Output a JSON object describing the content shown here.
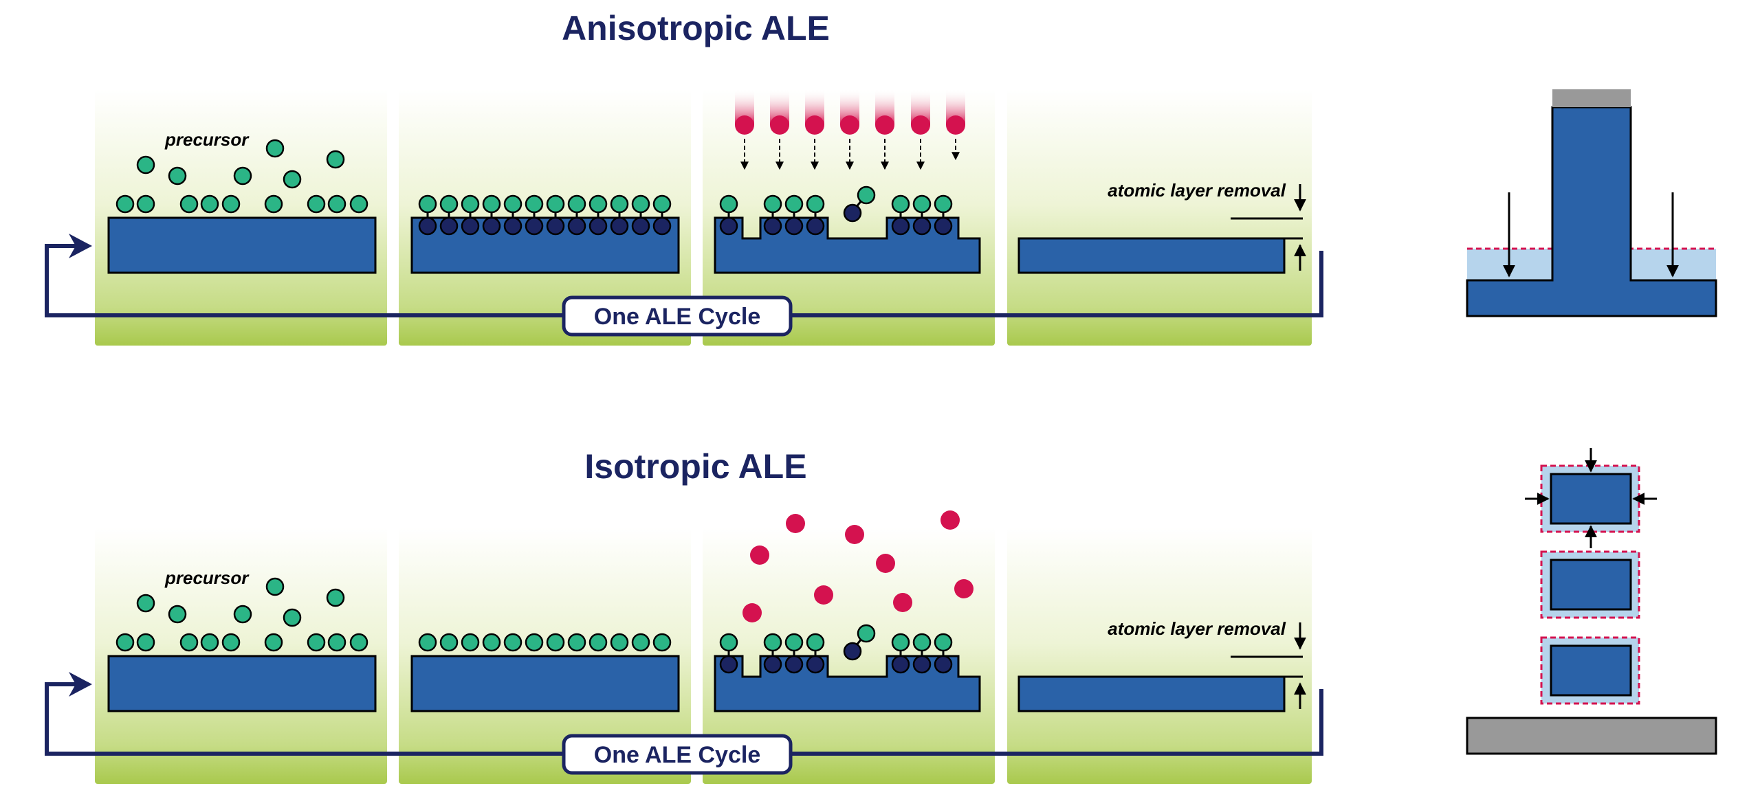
{
  "diagram": {
    "top": {
      "title": "Anisotropic ALE",
      "precursor_label": "precursor",
      "removal_label": "atomic layer removal",
      "cycle_label": "One ALE Cycle"
    },
    "bottom": {
      "title": "Isotropic ALE",
      "precursor_label": "precursor",
      "removal_label": "atomic layer removal",
      "cycle_label": "One ALE Cycle"
    }
  },
  "colors": {
    "substrate": "#2a62a8",
    "precursor": "#2bb586",
    "bonded": "#1b2461",
    "ion": "#d4124f",
    "cycle_line": "#1b2461",
    "panel_bottom": "#a9c94d",
    "mask": "#999999",
    "modified_layer": "#b6d4ec"
  }
}
